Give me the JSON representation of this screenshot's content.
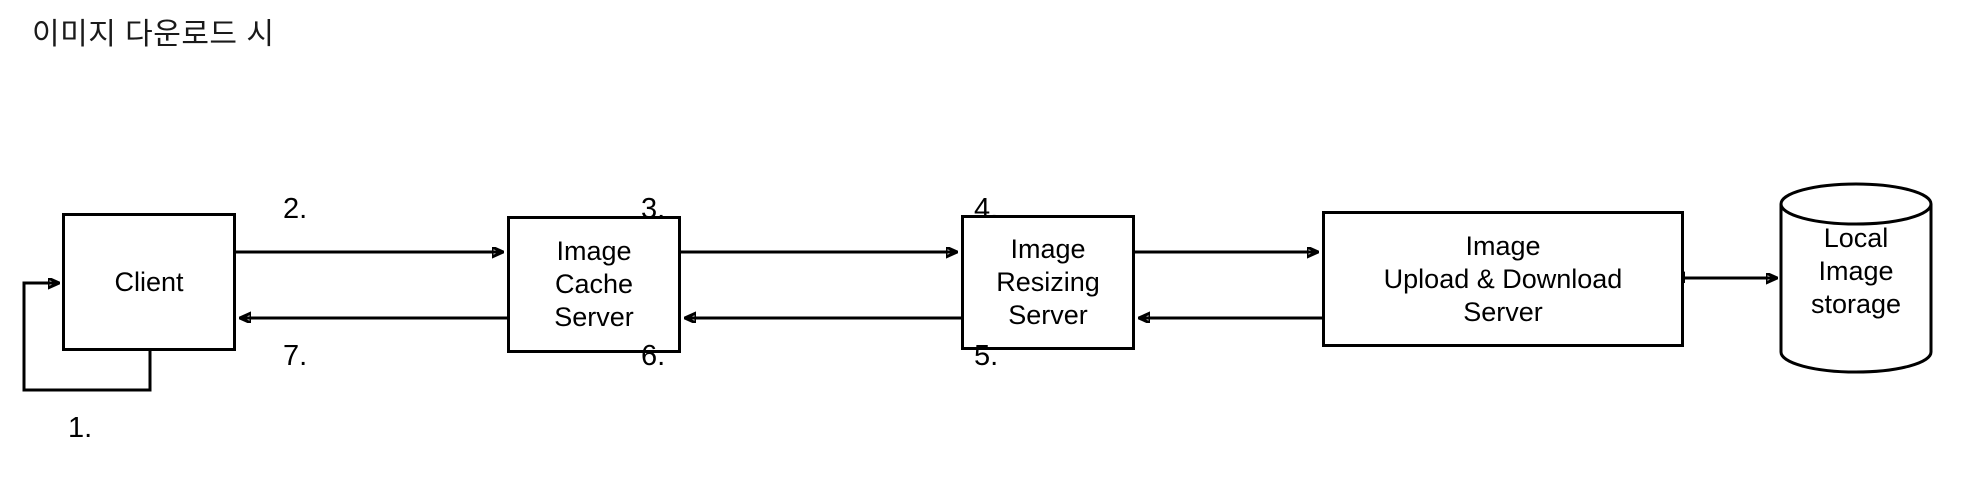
{
  "page": {
    "title": "이미지 다운로드 시",
    "background_color": "#ffffff",
    "stroke_color": "#000000",
    "text_color": "#000000"
  },
  "diagram": {
    "type": "flow-diagram",
    "nodes": [
      {
        "id": "client",
        "label": "Client",
        "shape": "rectangle"
      },
      {
        "id": "image-cache-server",
        "label": "Image\nCache\nServer",
        "shape": "rectangle"
      },
      {
        "id": "image-resizing-server",
        "label": "Image\nResizing\nServer",
        "shape": "rectangle"
      },
      {
        "id": "image-upload-download-server",
        "label": "Image\nUpload & Download\nServer",
        "shape": "rectangle"
      },
      {
        "id": "local-image-storage",
        "label": "Local\nImage\nstorage",
        "shape": "cylinder"
      }
    ],
    "edges": [
      {
        "id": "e1",
        "label": "1.",
        "from": "client",
        "to": "client",
        "direction": "self-loop"
      },
      {
        "id": "e2",
        "label": "2.",
        "from": "client",
        "to": "image-cache-server",
        "direction": "forward"
      },
      {
        "id": "e3",
        "label": "3.",
        "from": "image-cache-server",
        "to": "image-resizing-server",
        "direction": "forward"
      },
      {
        "id": "e4",
        "label": "4.",
        "from": "image-resizing-server",
        "to": "image-upload-download-server",
        "direction": "forward"
      },
      {
        "id": "e5",
        "label": "5.",
        "from": "image-upload-download-server",
        "to": "image-resizing-server",
        "direction": "backward"
      },
      {
        "id": "e6",
        "label": "6.",
        "from": "image-resizing-server",
        "to": "image-cache-server",
        "direction": "backward"
      },
      {
        "id": "e7",
        "label": "7.",
        "from": "image-cache-server",
        "to": "client",
        "direction": "backward"
      },
      {
        "id": "e8",
        "label": "",
        "from": "image-upload-download-server",
        "to": "local-image-storage",
        "direction": "bidirectional"
      }
    ]
  }
}
